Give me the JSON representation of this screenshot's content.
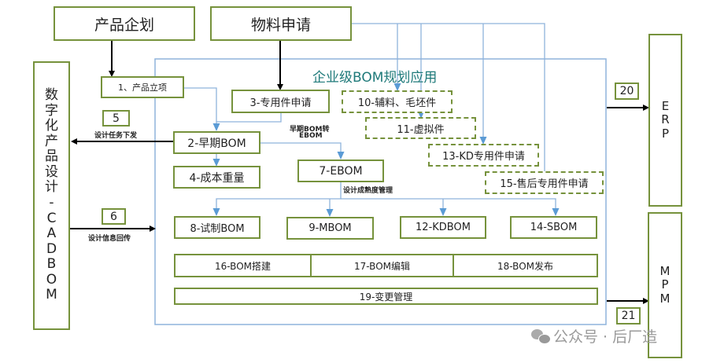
{
  "top": {
    "product_planning": "产品企划",
    "material_request": "物料申请"
  },
  "container": {
    "title": "企业级BOM规划应用"
  },
  "left_system": {
    "chars": [
      "数",
      "字",
      "化",
      "产",
      "品",
      "设",
      "计",
      "-",
      "C",
      "A",
      "D",
      "B",
      "O",
      "M"
    ]
  },
  "right_systems": {
    "erp": [
      "E",
      "R",
      "P"
    ],
    "mpm": [
      "M",
      "P",
      "M"
    ]
  },
  "nodes": {
    "n1": "1、产品立项",
    "n2": "2-早期BOM",
    "n3": "3-专用件申请",
    "n4": "4-成本重量",
    "n7": "7-EBOM",
    "n8": "8-试制BOM",
    "n9": "9-MBOM",
    "n10": "10-辅料、毛坯件",
    "n11": "11-虚拟件",
    "n12": "12-KDBOM",
    "n13": "13-KD专用件申请",
    "n14": "14-SBOM",
    "n15": "15-售后专用件申请",
    "n16": "16-BOM搭建",
    "n17": "17-BOM编辑",
    "n18": "18-BOM发布",
    "n19": "19-变更管理"
  },
  "badges": {
    "b5": "5",
    "b6": "6",
    "b20": "20",
    "b21": "21"
  },
  "annotations": {
    "task_dispatch": "设计任务下发",
    "info_return": "设计信息回传",
    "early_to_ebom_1": "早期BOM转",
    "early_to_ebom_2": "EBOM",
    "maturity": "设计成熟度管理"
  },
  "watermark": {
    "text": "公众号 · 后厂造"
  },
  "colors": {
    "box_border": "#76923c",
    "blue_line": "#5b9bd5",
    "title_teal": "#1f7a7a",
    "arrow_black": "#000000"
  }
}
